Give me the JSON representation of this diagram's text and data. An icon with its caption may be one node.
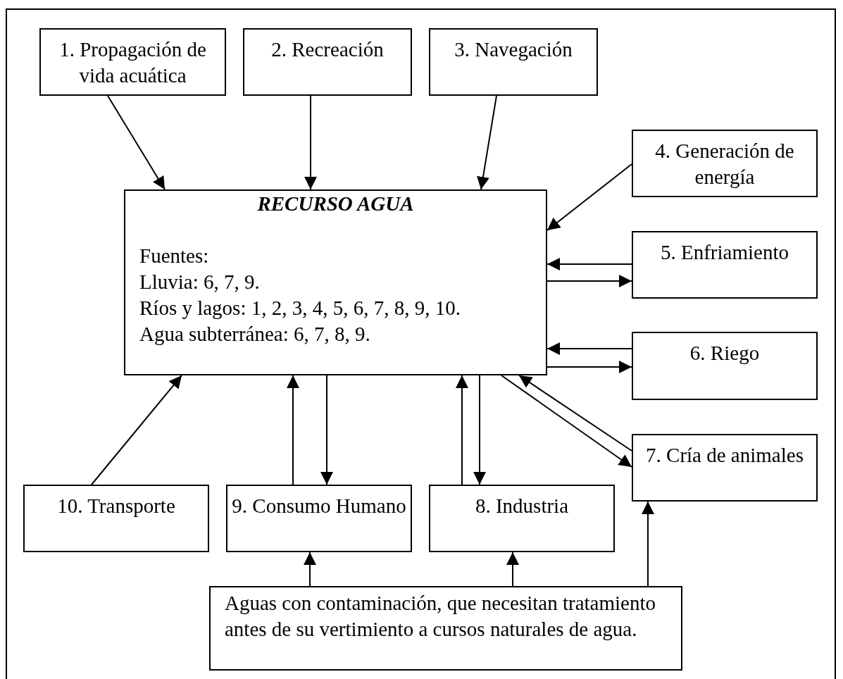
{
  "diagram": {
    "nodes": [
      {
        "text": [
          "1. Propagación de vida acuática"
        ]
      },
      {
        "text": [
          "2. Recreación"
        ]
      },
      {
        "text": [
          "3. Navegación"
        ]
      },
      {
        "text": [
          "4. Generación de energía"
        ]
      },
      {
        "text": [
          "RECURSO AGUA",
          "Fuentes:",
          "Lluvia: 6, 7, 9.",
          "Ríos y lagos: 1, 2, 3, 4, 5, 6, 7, 8, 9, 10.",
          "Agua subterránea: 6, 7, 8, 9."
        ]
      },
      {
        "text": [
          "5. Enfriamiento"
        ]
      },
      {
        "text": [
          "6. Riego"
        ]
      },
      {
        "text": [
          "7. Cría de animales"
        ]
      },
      {
        "text": [
          "10. Transporte"
        ]
      },
      {
        "text": [
          "9. Consumo Humano"
        ]
      },
      {
        "text": [
          "8. Industria"
        ]
      },
      {
        "text": [
          "Aguas con contaminación, que necesitan tratamiento antes de su vertimiento a cursos naturales de agua."
        ]
      }
    ],
    "edges": [
      {
        "from": 0,
        "to": 4,
        "arrow": "to"
      },
      {
        "from": 1,
        "to": 4,
        "arrow": "to"
      },
      {
        "from": 2,
        "to": 4,
        "arrow": "to"
      },
      {
        "from": 3,
        "to": 4,
        "arrow": "to"
      },
      {
        "from": 5,
        "to": 4,
        "arrow": "to"
      },
      {
        "from": 4,
        "to": 5,
        "arrow": "to"
      },
      {
        "from": 6,
        "to": 4,
        "arrow": "to"
      },
      {
        "from": 4,
        "to": 6,
        "arrow": "to"
      },
      {
        "from": 7,
        "to": 4,
        "arrow": "to"
      },
      {
        "from": 4,
        "to": 7,
        "arrow": "to"
      },
      {
        "from": 8,
        "to": 4,
        "arrow": "to"
      },
      {
        "from": 9,
        "to": 4,
        "arrow": "to"
      },
      {
        "from": 4,
        "to": 9,
        "arrow": "to"
      },
      {
        "from": 10,
        "to": 4,
        "arrow": "to"
      },
      {
        "from": 4,
        "to": 10,
        "arrow": "to"
      },
      {
        "from": 11,
        "to": 9,
        "arrow": "to"
      },
      {
        "from": 11,
        "to": 10,
        "arrow": "to"
      },
      {
        "from": 11,
        "to": 7,
        "arrow": "to"
      }
    ]
  }
}
